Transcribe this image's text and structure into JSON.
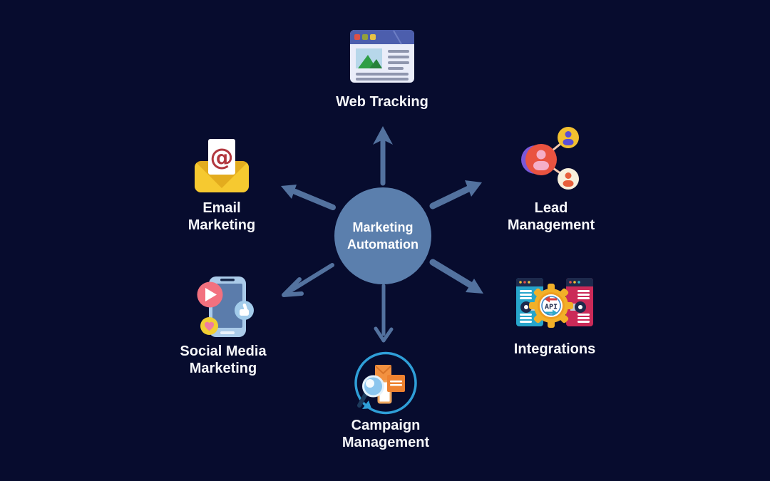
{
  "title": "Marketing Automation mind map",
  "colors": {
    "bg": "#070c2e",
    "circle": "#5b7fad",
    "arrow": "#53729f",
    "label": "#f6f7fa",
    "center-text": "#ffffff"
  },
  "center": {
    "lines": [
      "Marketing",
      "Automation"
    ]
  },
  "nodes": [
    {
      "id": "web-tracking",
      "icon": "browser-window-icon",
      "lines": [
        "Web Tracking"
      ]
    },
    {
      "id": "email-marketing",
      "icon": "email-envelope-icon",
      "lines": [
        "Email",
        "Marketing"
      ]
    },
    {
      "id": "lead-management",
      "icon": "connected-people-icon",
      "lines": [
        "Lead",
        "Management"
      ]
    },
    {
      "id": "social-media-marketing",
      "icon": "smartphone-social-icon",
      "lines": [
        "Social Media",
        "Marketing"
      ]
    },
    {
      "id": "integrations",
      "icon": "api-gear-icon",
      "lines": [
        "Integrations"
      ]
    },
    {
      "id": "campaign-management",
      "icon": "campaign-search-cycle-icon",
      "lines": [
        "Campaign",
        "Management"
      ]
    }
  ],
  "icon_texts": {
    "api": "API",
    "at_sign": "@"
  }
}
